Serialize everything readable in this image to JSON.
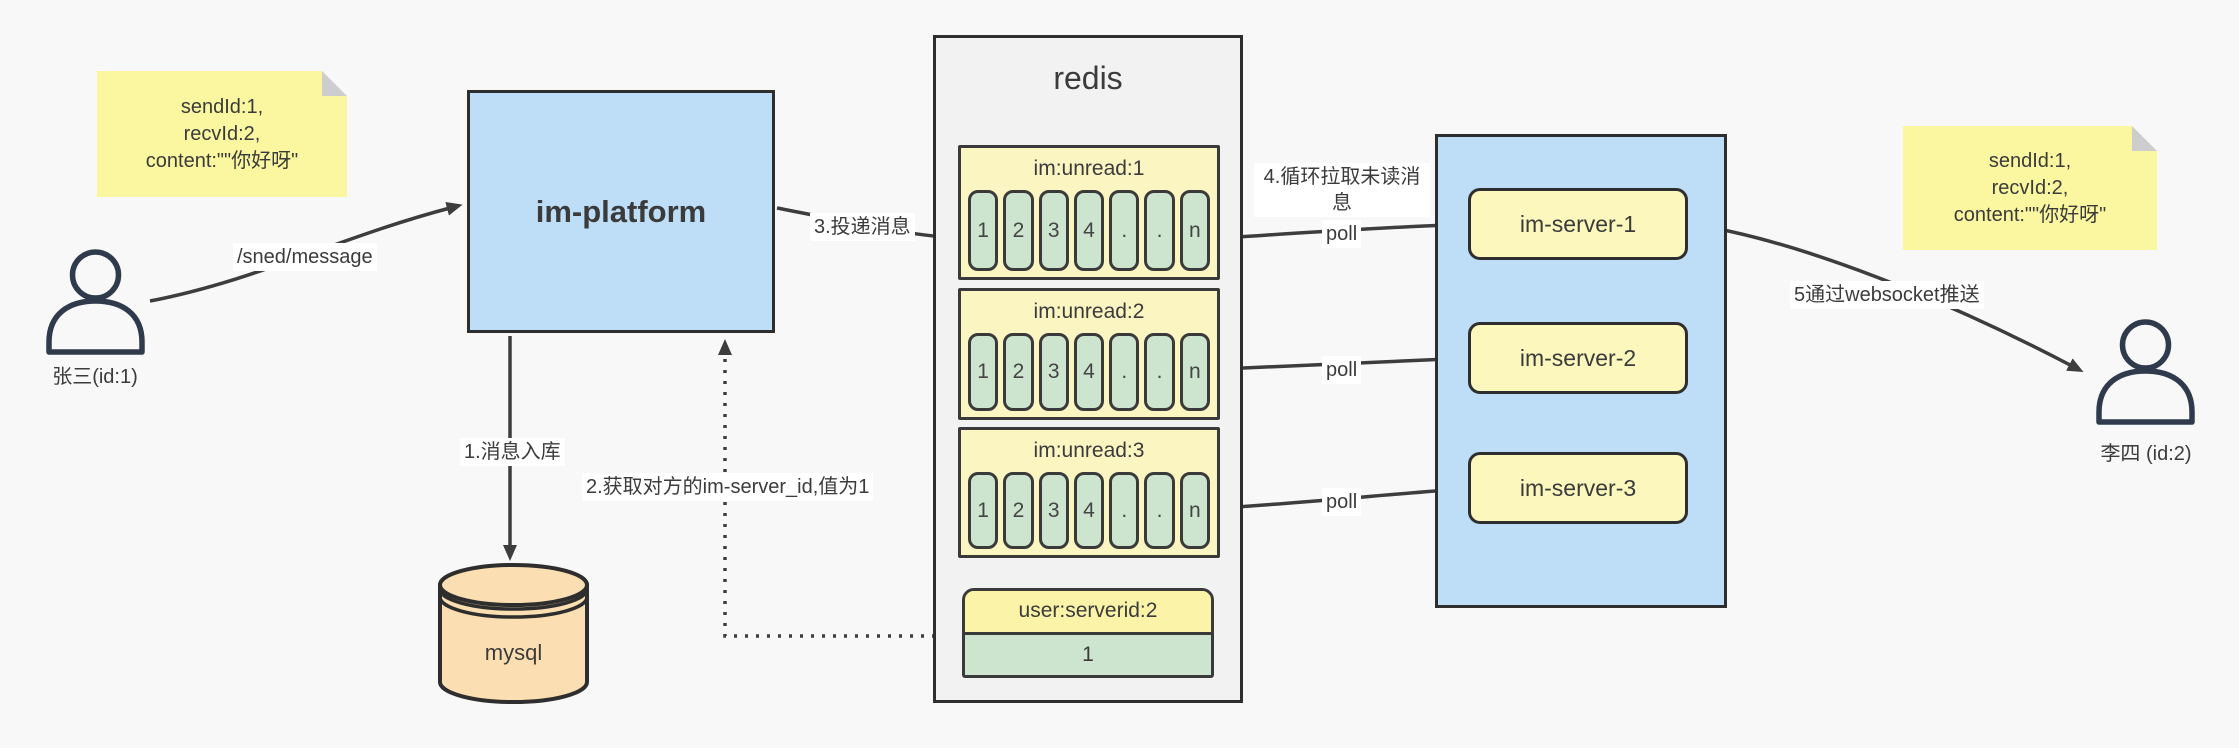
{
  "notes": {
    "left_text": "sendId:1,\nrecvId:2,\ncontent:\"\"你好呀\"",
    "right_text": "sendId:1,\nrecvId:2,\ncontent:\"\"你好呀\""
  },
  "actors": {
    "sender_label": "张三(id:1)",
    "receiver_label": "李四 (id:2)"
  },
  "platform": {
    "label": "im-platform"
  },
  "database": {
    "label": "mysql"
  },
  "redis": {
    "title": "redis",
    "unread_lists": [
      {
        "header": "im:unread:1",
        "cells": [
          "1",
          "2",
          "3",
          "4",
          ".",
          ".",
          "n"
        ]
      },
      {
        "header": "im:unread:2",
        "cells": [
          "1",
          "2",
          "3",
          "4",
          ".",
          ".",
          "n"
        ]
      },
      {
        "header": "im:unread:3",
        "cells": [
          "1",
          "2",
          "3",
          "4",
          ".",
          ".",
          "n"
        ]
      }
    ],
    "server_map": {
      "header": "user:serverid:2",
      "value": "1"
    }
  },
  "cluster": {
    "servers": [
      {
        "label": "im-server-1"
      },
      {
        "label": "im-server-2"
      },
      {
        "label": "im-server-3"
      }
    ]
  },
  "edges": {
    "send_message": "/sned/message",
    "step1": "1.消息入库",
    "step2": "2.获取对方的im-server_id,值为1",
    "step3": "3.投递消息",
    "step4": "4.循环拉取未读消息",
    "poll": "poll",
    "step5": "5通过websocket推送"
  },
  "colors": {
    "note_bg": "#faf7a0",
    "blue_bg": "#bedef7",
    "redis_bg": "#f2f2f2",
    "yellow_group": "#fbf5c2",
    "yellow_server": "#fbf7bd",
    "green_cell": "#cde4cf",
    "mysql_bg": "#fbdfb2",
    "stroke": "#3d3d3d"
  }
}
